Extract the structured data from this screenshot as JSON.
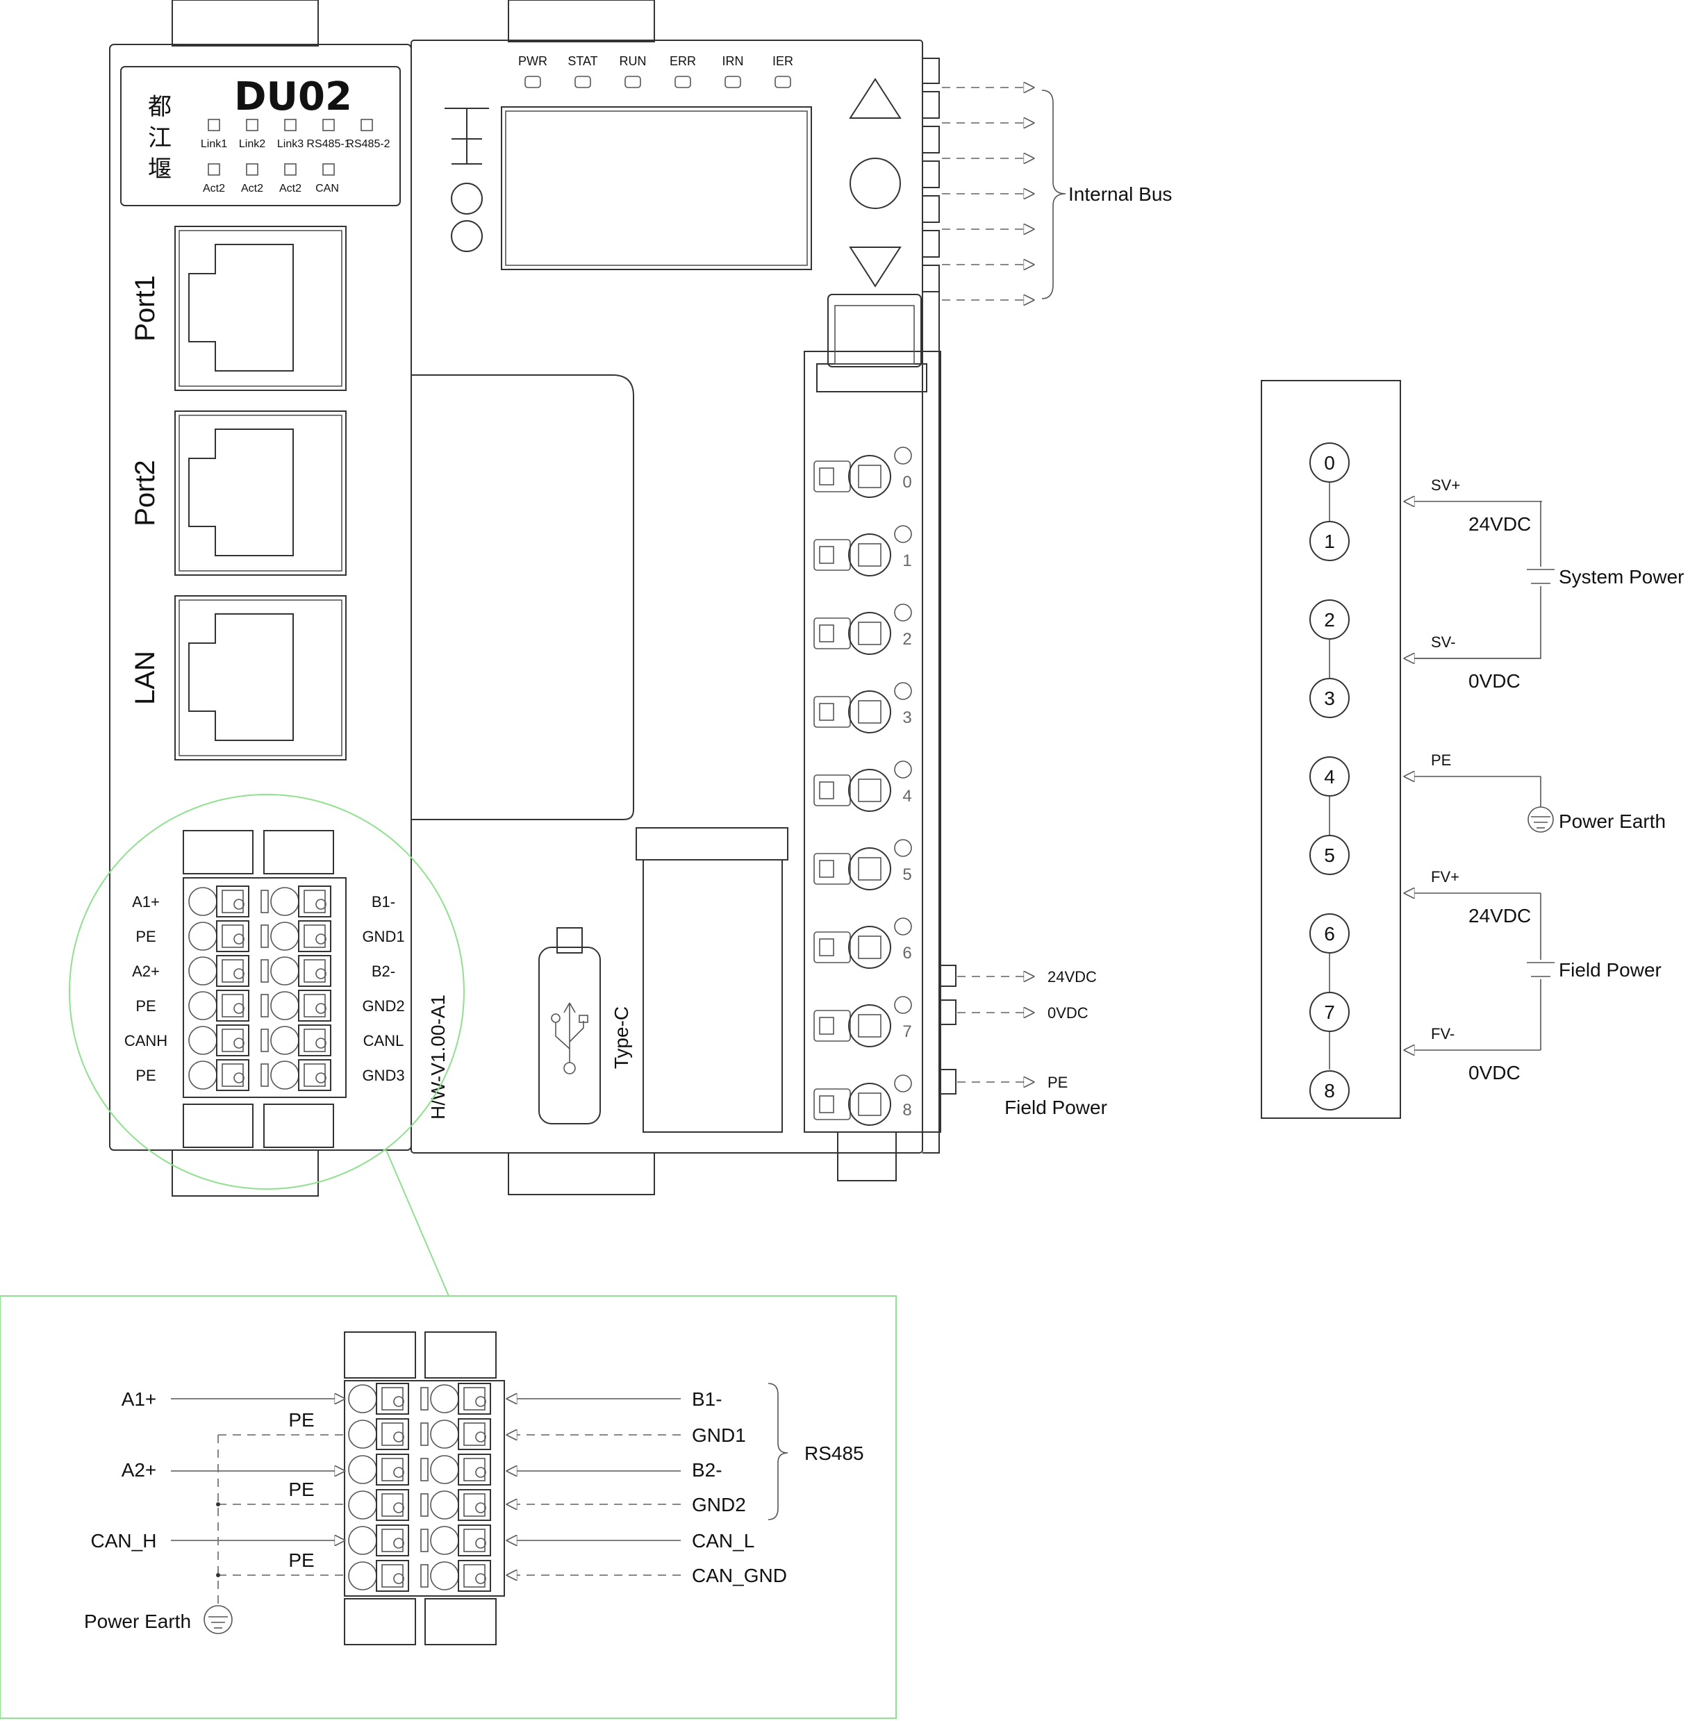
{
  "module": {
    "model": "DU02",
    "brand_chars": [
      "都",
      "江",
      "堰"
    ],
    "hw_version": "H/W-V1.00-A1",
    "usb_label": "Type-C",
    "ports": [
      "Port1",
      "Port2",
      "LAN"
    ],
    "top_leds": [
      "PWR",
      "STAT",
      "RUN",
      "ERR",
      "IRN",
      "IER"
    ],
    "link_leds_row1": [
      "Link1",
      "Link2",
      "Link3",
      "RS485-1",
      "RS485-2"
    ],
    "link_leds_row2": [
      "Act2",
      "Act2",
      "Act2",
      "CAN"
    ],
    "channel_numbers": [
      "0",
      "1",
      "2",
      "3",
      "4",
      "5",
      "6",
      "7",
      "8"
    ],
    "terminal_left": [
      "A1+",
      "PE",
      "A2+",
      "PE",
      "CANH",
      "PE"
    ],
    "terminal_right": [
      "B1-",
      "GND1",
      "B2-",
      "GND2",
      "CANL",
      "GND3"
    ]
  },
  "internal_bus_label": "Internal Bus",
  "field_power": {
    "label": "Field Power",
    "signals": [
      "24VDC",
      "0VDC",
      "PE"
    ]
  },
  "power_terminal": {
    "pins": [
      "0",
      "1",
      "2",
      "3",
      "4",
      "5",
      "6",
      "7",
      "8"
    ],
    "sv_plus": "SV+",
    "sv_minus": "SV-",
    "pe": "PE",
    "fv_plus": "FV+",
    "fv_minus": "FV-",
    "system_24v": "24VDC",
    "system_0v": "0VDC",
    "system_power": "System Power",
    "power_earth": "Power Earth",
    "field_24v": "24VDC",
    "field_0v": "0VDC",
    "field_power": "Field Power"
  },
  "wiring_detail": {
    "left_labels": [
      "A1+",
      "A2+",
      "CAN_H"
    ],
    "pe_labels": [
      "PE",
      "PE",
      "PE"
    ],
    "right_labels": [
      "B1-",
      "GND1",
      "B2-",
      "GND2",
      "CAN_L",
      "CAN_GND"
    ],
    "group_label": "RS485",
    "power_earth": "Power Earth"
  }
}
